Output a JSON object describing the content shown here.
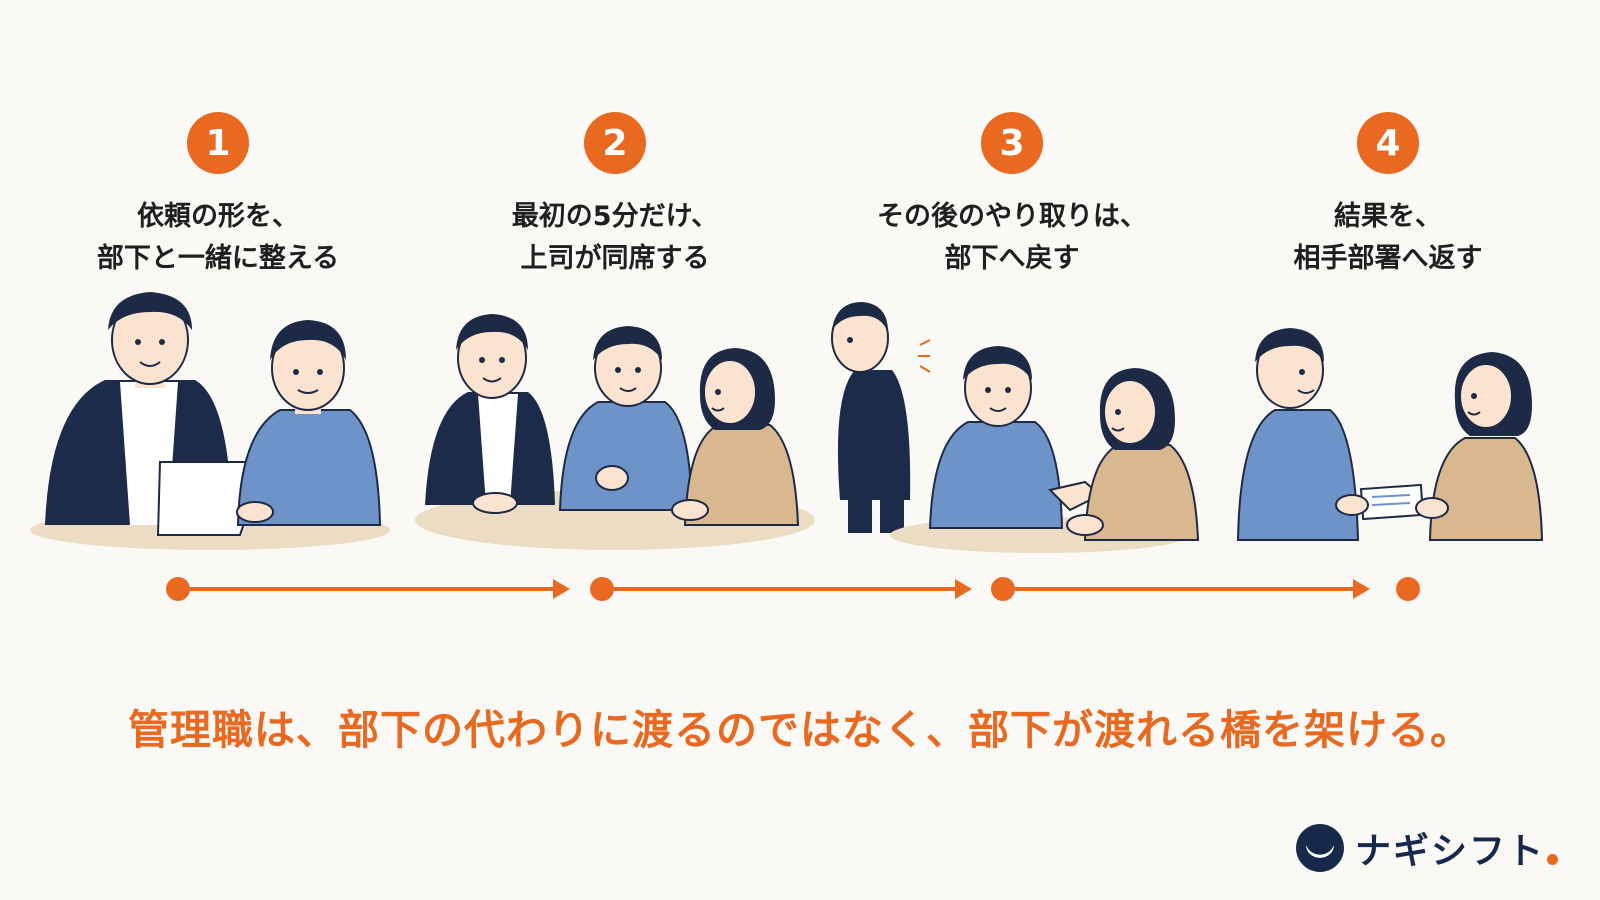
{
  "colors": {
    "accent": "#e8691f",
    "navy": "#1c2b4a",
    "shirt": "#6d93c9",
    "cardigan": "#d9b890",
    "skin": "#fbe3cf",
    "table": "#ecdcc3",
    "hair": "#1d2a45"
  },
  "steps": [
    {
      "number": "1",
      "lines": [
        "依頼の形を、",
        "部下と一緒に整える"
      ]
    },
    {
      "number": "2",
      "lines": [
        "最初の5分だけ、",
        "上司が同席する"
      ]
    },
    {
      "number": "3",
      "lines": [
        "その後のやり取りは、",
        "部下へ戻す"
      ]
    },
    {
      "number": "4",
      "lines": [
        "結果を、",
        "相手部署へ返す"
      ]
    }
  ],
  "tagline": "管理職は、部下の代わりに渡るのではなく、部下が渡れる橋を架ける。",
  "logo": {
    "text": "ナギシフト",
    "icon": "crescent-moon-icon"
  }
}
